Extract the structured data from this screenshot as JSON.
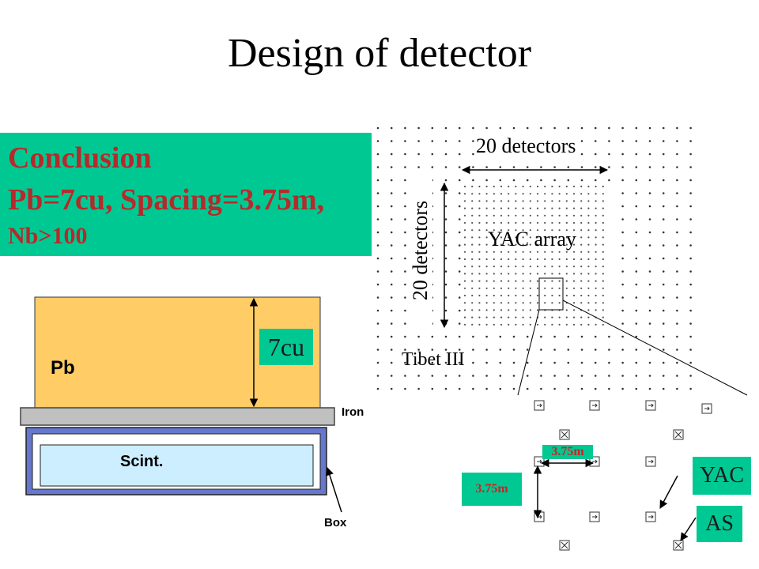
{
  "slide": {
    "title": "Design of detector",
    "conclusion": {
      "heading": "Conclusion",
      "line2": "Pb=7cu,  Spacing=3.75m,",
      "line3": "Nb>100"
    },
    "detector": {
      "pb_label": "Pb",
      "thickness_label": "7cu",
      "iron_label": "Iron",
      "scint_label": "Scint.",
      "box_label": "Box"
    },
    "array": {
      "top_label": "20 detectors",
      "side_label": "20 detectors",
      "yac_array_label": "YAC array",
      "tibet_label": "Tibet III"
    },
    "zoom": {
      "spacing_h": "3.75m",
      "spacing_v": "3.75m",
      "yac_label": "YAC",
      "as_label": "AS"
    }
  },
  "colors": {
    "highlight": "#00c893",
    "accent_red": "#b52a2a",
    "lead": "#ffcc66",
    "iron": "#c0c0c0",
    "box": "#6677cc",
    "scint": "#cceeff"
  }
}
